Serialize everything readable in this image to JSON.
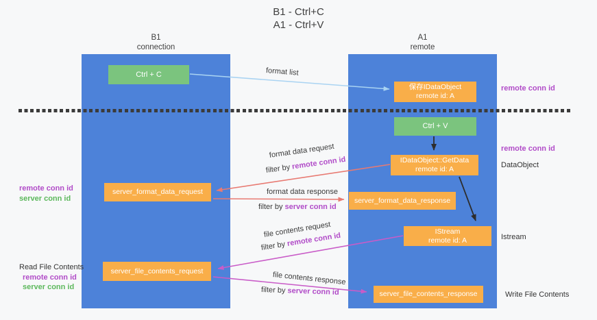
{
  "title": {
    "line1": "B1 - Ctrl+C",
    "line2": "A1 - Ctrl+V"
  },
  "lanes": {
    "left": {
      "name": "B1",
      "role": "connection"
    },
    "right": {
      "name": "A1",
      "role": "remote"
    }
  },
  "nodes": {
    "ctrl_c": {
      "label": "Ctrl + C"
    },
    "save_idataobject": {
      "line1": "保存IDataObject",
      "line2": "remote id: A"
    },
    "ctrl_v": {
      "label": "Ctrl + V"
    },
    "getdata": {
      "line1": "IDataObject::GetData",
      "line2": "remote id: A"
    },
    "format_request": {
      "label": "server_format_data_request"
    },
    "format_response": {
      "label": "server_format_data_response"
    },
    "istream": {
      "line1": "IStream",
      "line2": "remote id: A"
    },
    "file_request": {
      "label": "server_file_contents_request"
    },
    "file_response": {
      "label": "server_file_contents_response"
    }
  },
  "arrow_labels": {
    "format_list": "format list",
    "format_data_request": "format data request",
    "format_data_response": "format data response",
    "file_contents_request": "file contents request",
    "file_contents_response": "file contents response",
    "filter_prefix": "filter by ",
    "remote_conn_id": "remote conn id",
    "server_conn_id": "server conn id"
  },
  "side_labels": {
    "remote_conn_id": "remote conn id",
    "server_conn_id": "server conn id",
    "dataobject": "DataObject",
    "istream": "Istream",
    "read_file_contents": "Read File Contents",
    "write_file_contents": "Write File Contents"
  },
  "colors": {
    "lane_blue": "#4d82d9",
    "box_orange": "#f9ae49",
    "box_green": "#7bc47e",
    "arrow_light_blue": "#a9d3f2",
    "arrow_red": "#e87a72",
    "arrow_magenta": "#c95cc8",
    "arrow_black": "#2d2d2d",
    "text_purple": "#b14cc8",
    "text_green": "#5cb85c",
    "background": "#f7f8f9"
  }
}
